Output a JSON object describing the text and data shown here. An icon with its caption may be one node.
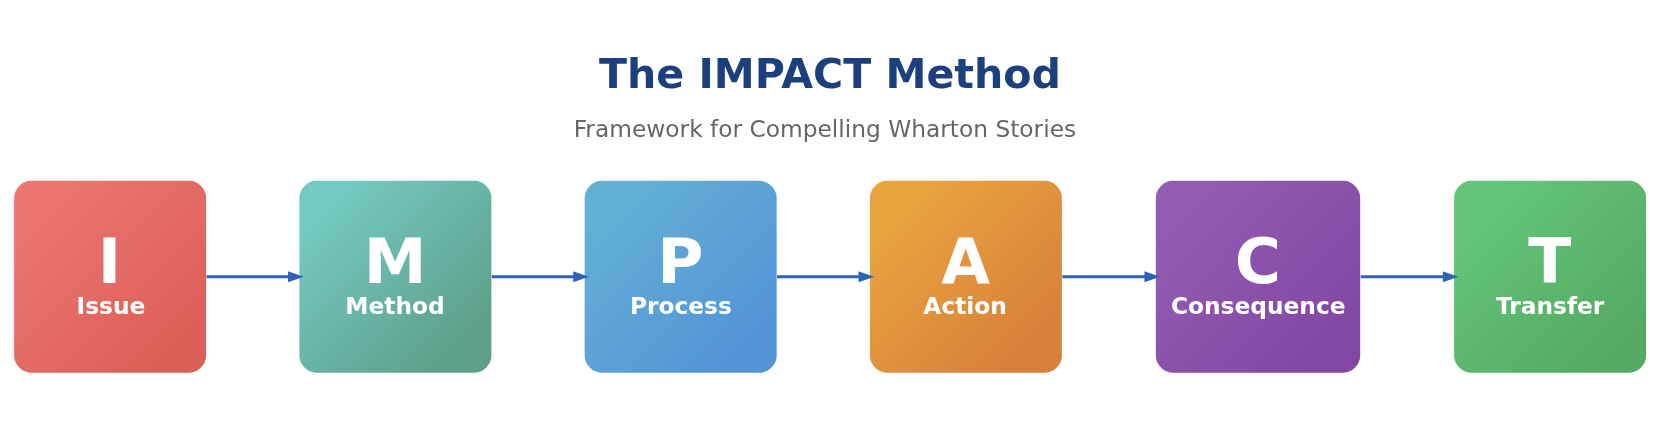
{
  "diagram": {
    "title": "The IMPACT Method",
    "nodes": [
      {
        "text": [
          "I",
          "Issue"
        ]
      },
      {
        "text": [
          "M",
          "Method"
        ]
      },
      {
        "text": [
          "P",
          "Process"
        ]
      },
      {
        "text": [
          "A",
          "Action"
        ]
      },
      {
        "text": [
          "C",
          "Consequence"
        ]
      },
      {
        "text": [
          "T",
          "Transfer"
        ]
      }
    ],
    "edges": [
      {
        "from": 0,
        "to": 1,
        "arrow": "to"
      },
      {
        "from": 1,
        "to": 2,
        "arrow": "to"
      },
      {
        "from": 2,
        "to": 3,
        "arrow": "to"
      },
      {
        "from": 3,
        "to": 4,
        "arrow": "to"
      },
      {
        "from": 4,
        "to": 5,
        "arrow": "to"
      }
    ],
    "labels": [
      "Framework for Compelling Wharton Stories"
    ]
  }
}
